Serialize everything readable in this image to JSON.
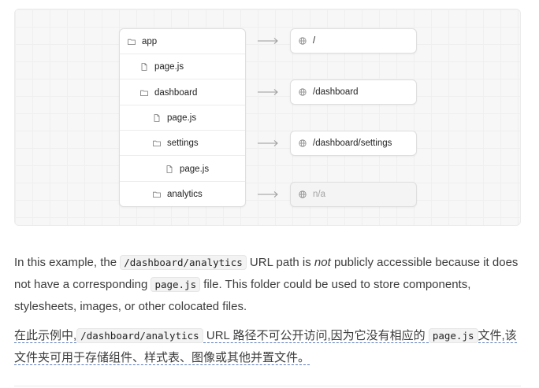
{
  "tree": [
    {
      "kind": "folder",
      "label": "app"
    },
    {
      "kind": "file",
      "label": "page.js"
    },
    {
      "kind": "folder",
      "label": "dashboard"
    },
    {
      "kind": "file",
      "label": "page.js"
    },
    {
      "kind": "folder",
      "label": "settings"
    },
    {
      "kind": "file",
      "label": "page.js"
    },
    {
      "kind": "folder",
      "label": "analytics"
    }
  ],
  "routes": [
    {
      "path": "/",
      "active": true
    },
    {
      "path": "/dashboard",
      "active": true
    },
    {
      "path": "/dashboard/settings",
      "active": true
    },
    {
      "path": "n/a",
      "active": false
    }
  ],
  "paragraph_en": {
    "t1": "In this example, the ",
    "code1": "/dashboard/analytics",
    "t2": " URL path is ",
    "em": "not",
    "t3": " publicly accessible because it does not have a corresponding ",
    "code2": "page.js",
    "t4": " file. This folder could be used to store components, stylesheets, images, or other colocated files."
  },
  "paragraph_zh": {
    "t1": "在此示例中,",
    "code1": "/dashboard/analytics",
    "t2": " URL 路径不可公开访问,因为它没有相应的 ",
    "code2": "page.js",
    "t3": "文件,该文件夹可用于存储组件、样式表、图像或其他并置文件。"
  }
}
